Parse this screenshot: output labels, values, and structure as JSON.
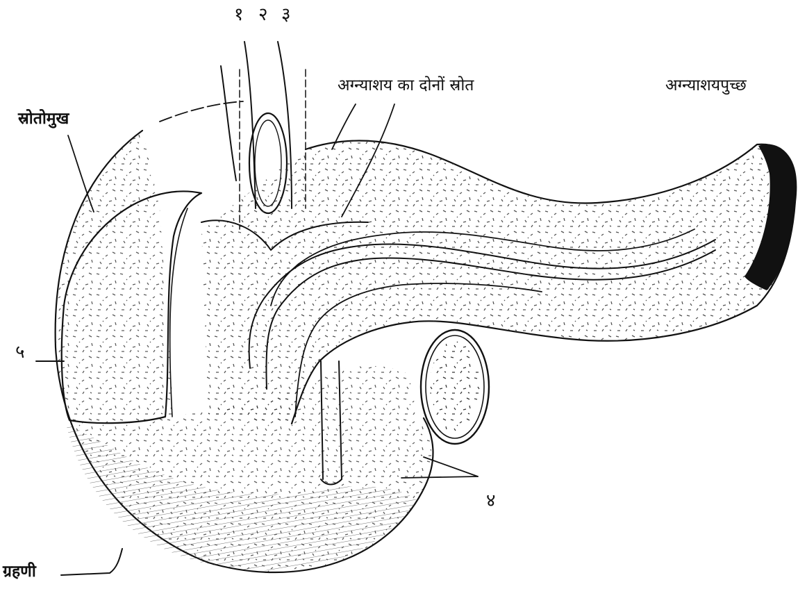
{
  "diagram": {
    "labels": {
      "num_1": "१",
      "num_2": "२",
      "num_3": "३",
      "num_4": "४",
      "num_5": "५",
      "srotomukh": "स्रोतोमुख",
      "ducts": "अग्न्याशय का दोनों स्रोत",
      "tail": "अग्न्याशयपुच्छ",
      "grahani": "ग्रहणी"
    },
    "colors": {
      "ink": "#111111",
      "paper": "#ffffff"
    }
  }
}
